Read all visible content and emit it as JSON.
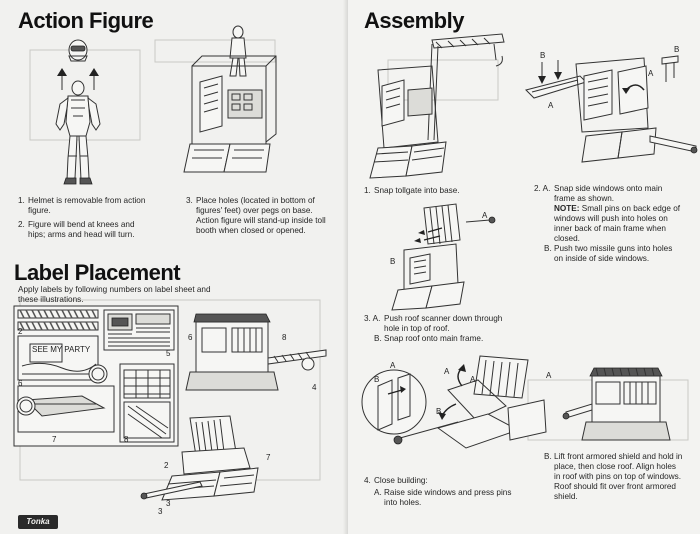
{
  "left_page": {
    "action_figure": {
      "title": "Action Figure",
      "step_1": {
        "number": "1.",
        "text": "Helmet is removable from action figure."
      },
      "step_2": {
        "number": "2.",
        "text": "Figure will bend at knees and hips; arms and head will turn."
      },
      "step_3": {
        "number": "3.",
        "text": "Place holes (located in bottom of figures' feet) over pegs on base. Action figure will stand-up inside toll booth when closed or opened."
      }
    },
    "label_placement": {
      "title": "Label Placement",
      "instructions": "Apply labels by following numbers on label sheet and these illustrations.",
      "label_numbers": [
        "1",
        "2",
        "3",
        "4",
        "5",
        "6",
        "7",
        "8"
      ],
      "sheet_text": "SEE MY PARTY"
    },
    "brand_logo": "Tonka"
  },
  "right_page": {
    "assembly": {
      "title": "Assembly",
      "step_1": {
        "number": "1.",
        "text": "Snap tollgate into base."
      },
      "step_2a": {
        "number": "2. A.",
        "text": "Snap side windows onto main frame as shown."
      },
      "step_2_note_label": "NOTE:",
      "step_2_note": "Small pins on back edge of windows will push into holes on inner back of main frame when closed.",
      "step_2b": {
        "number": "B.",
        "text": "Push two missile guns into holes on inside of side windows."
      },
      "step_3a": {
        "number": "3. A.",
        "text": "Push roof scanner down through hole in top of roof."
      },
      "step_3b": {
        "number": "B.",
        "text": "Snap roof onto main frame."
      },
      "step_4": {
        "number": "4.",
        "text": "Close building:"
      },
      "step_4a": {
        "number": "A.",
        "text": "Raise side windows and press pins into holes."
      },
      "step_4b": {
        "number": "B.",
        "text": "Lift front armored shield and hold in place, then close roof. Align holes in roof with pins on top of windows. Roof should fit over front armored shield."
      },
      "callouts": [
        "A",
        "B"
      ]
    }
  }
}
